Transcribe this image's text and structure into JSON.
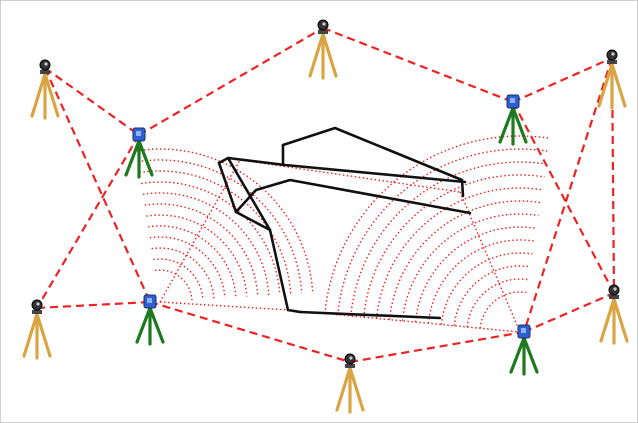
{
  "colors": {
    "survey_line": "#ee2222",
    "scan_line": "#ee2222",
    "hull_outline": "#111111",
    "tripod_legs_instrument": "#d9a441",
    "tripod_legs_scanner": "#1e7a1e",
    "instrument_head": "#333333",
    "scanner_head": "#2f5fd0",
    "frame_border": "#cfcfcf"
  },
  "icons": {
    "total_station": "total-station-on-tripod",
    "laser_scanner": "laser-scanner-on-tripod",
    "object": "boat-hull"
  },
  "instrument_count": 6,
  "scanner_count": 4
}
